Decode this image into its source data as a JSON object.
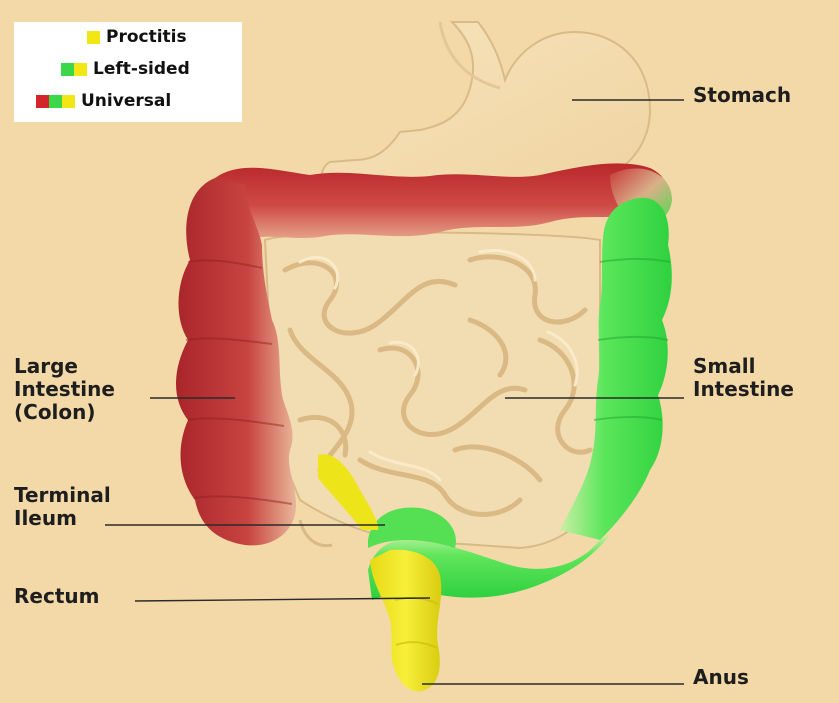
{
  "legend": {
    "items": [
      {
        "label": "Proctitis",
        "swatches": [
          "#f2e614"
        ]
      },
      {
        "label": "Left-sided",
        "swatches": [
          "#3bd64a",
          "#f2e614"
        ]
      },
      {
        "label": "Universal",
        "swatches": [
          "#d3262a",
          "#3bd64a",
          "#f2e614"
        ]
      }
    ]
  },
  "labels": {
    "stomach": "Stomach",
    "large_intestine": {
      "line1": "Large",
      "line2": "Intestine",
      "line3": "(Colon)"
    },
    "small_intestine": {
      "line1": "Small",
      "line2": "Intestine"
    },
    "terminal_ileum": {
      "line1": "Terminal",
      "line2": "Ileum"
    },
    "rectum": "Rectum",
    "anus": "Anus"
  },
  "colors": {
    "background": "#f3d9a8",
    "organ_beige": "#f2dcb0",
    "organ_shadow": "#d9ba86",
    "universal_red": "#c8383a",
    "left_sided_green": "#46e04a",
    "proctitis_yellow": "#eee41a"
  }
}
